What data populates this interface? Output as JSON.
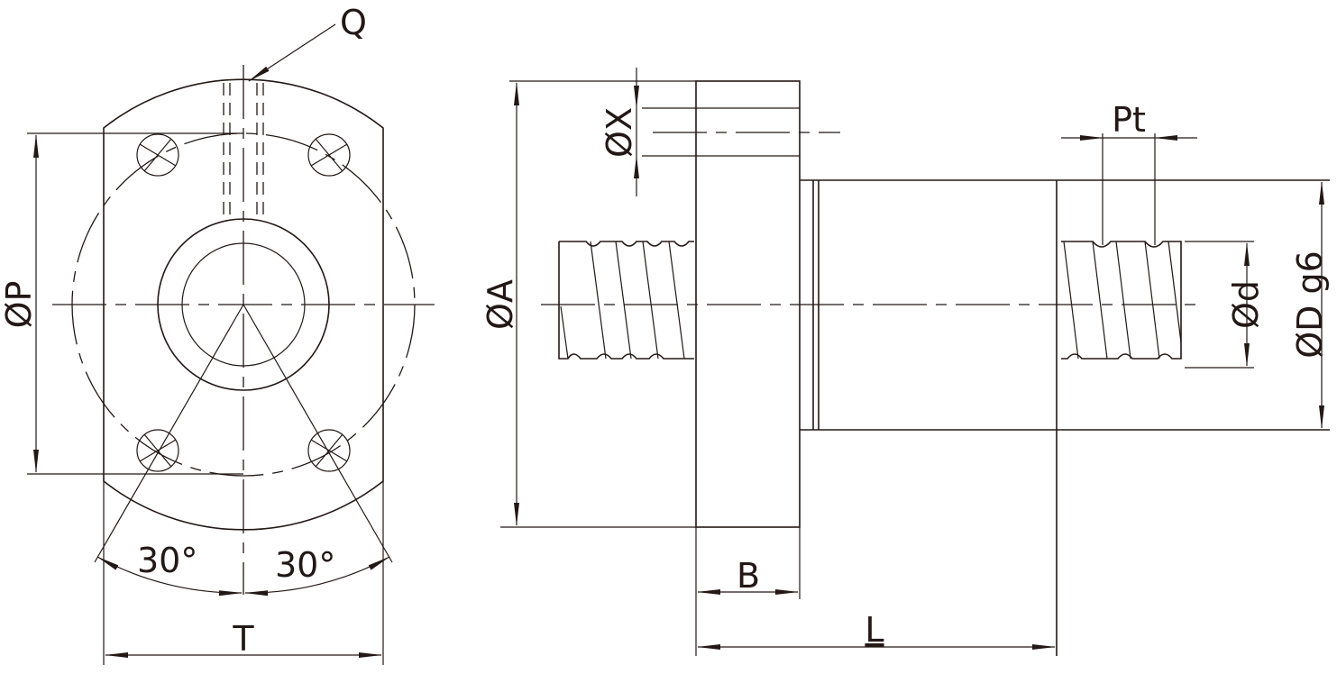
{
  "labels": {
    "q": "Q",
    "p": "ØP",
    "t": "T",
    "angle_left": "30°",
    "angle_right": "30°",
    "a": "ØA",
    "x": "ØX",
    "b": "B",
    "l": "L",
    "pt": "Pt",
    "d_small": "Ød",
    "d_large": "ØD g6"
  },
  "colors": {
    "line": "#231815",
    "background": "#ffffff"
  }
}
